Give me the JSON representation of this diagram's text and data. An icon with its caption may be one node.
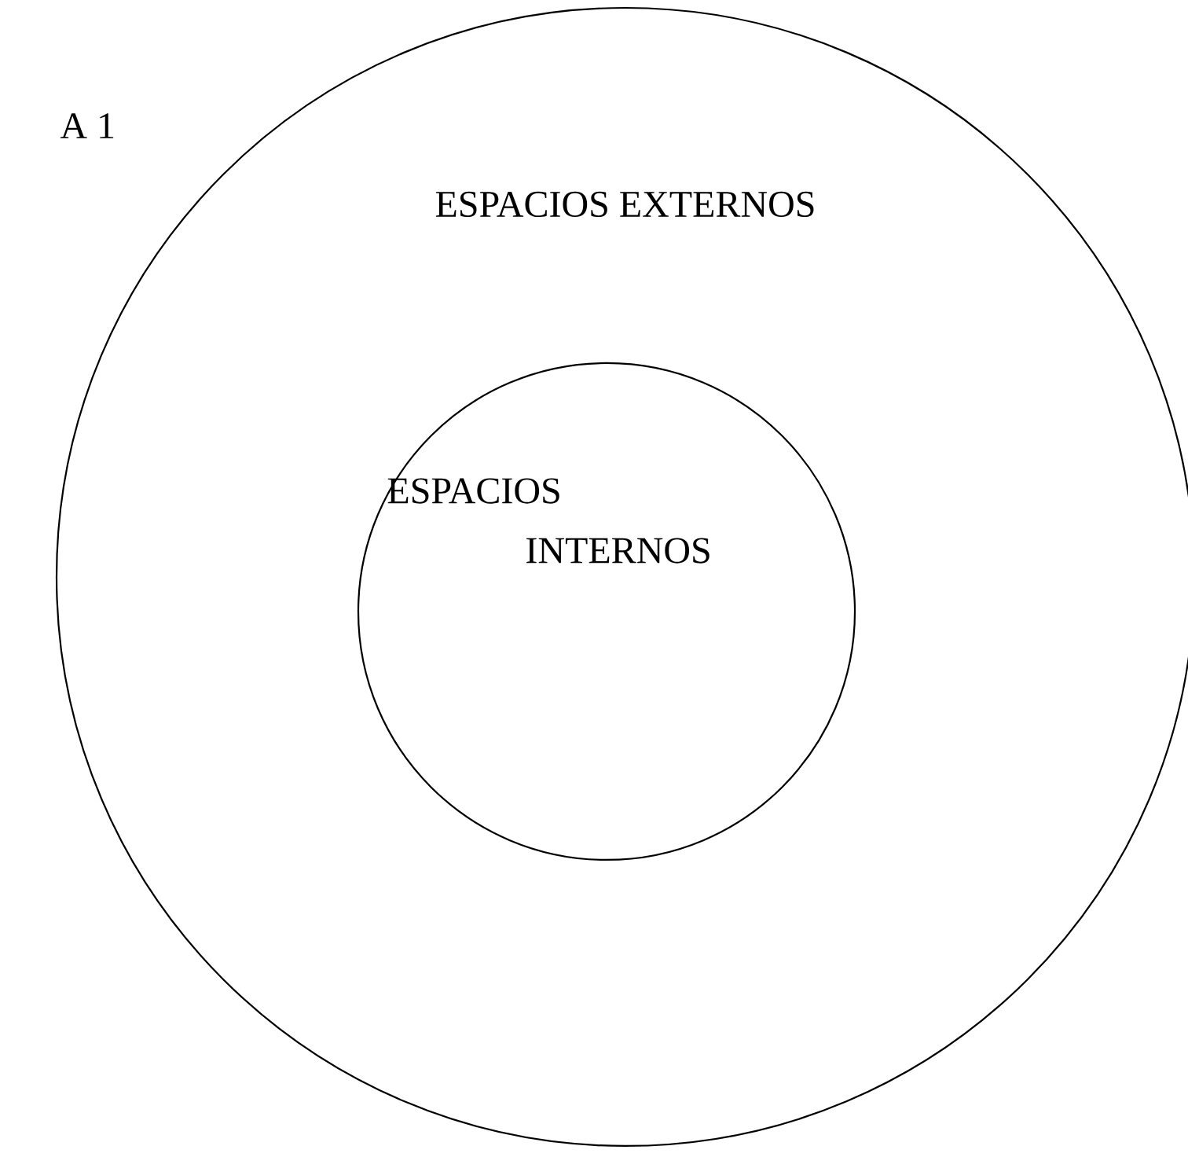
{
  "diagram": {
    "nodes": [
      {
        "text": [
          "ESPACIOS EXTERNOS"
        ]
      },
      {
        "text": [
          "ESPACIOS INTERNOS"
        ],
        "in": 0
      }
    ],
    "labels": [
      "A 1"
    ]
  }
}
